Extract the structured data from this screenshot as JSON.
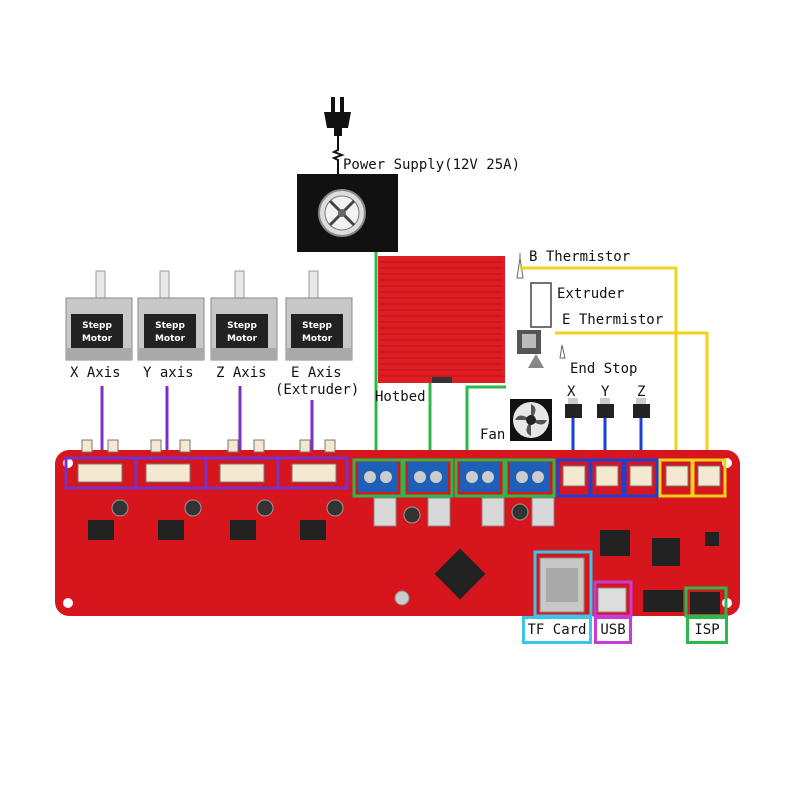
{
  "colors": {
    "board": "#d6161c",
    "stepper_group": "#7a2fc9",
    "power_group": "#2db84d",
    "endstop_group": "#1e3fd6",
    "thermistor_group": "#f2d21b",
    "tf_card": "#39c6e8",
    "usb": "#c73bd9",
    "isp": "#2db84d"
  },
  "labels": {
    "power_supply": "Power Supply(12V 25A)",
    "b_thermistor": "B Thermistor",
    "extruder": "Extruder",
    "e_thermistor": "E Thermistor",
    "end_stop": "End Stop",
    "hotbed": "Hotbed",
    "fan": "Fan",
    "tf_card": "TF Card",
    "usb": "USB",
    "isp": "ISP"
  },
  "motors": [
    {
      "text1": "Stepp",
      "text2": "Motor",
      "label": "X Axis"
    },
    {
      "text1": "Stepp",
      "text2": "Motor",
      "label": "Y axis"
    },
    {
      "text1": "Stepp",
      "text2": "Motor",
      "label": "Z Axis"
    },
    {
      "text1": "Stepp",
      "text2": "Motor",
      "label": "E Axis",
      "label2": "(Extruder)"
    }
  ],
  "endstops": [
    "X",
    "Y",
    "Z"
  ],
  "icons": [
    "power-plug-icon",
    "power-supply-icon",
    "fan-icon",
    "extruder-icon",
    "thermistor-icon",
    "end-stop-switch-icon"
  ]
}
